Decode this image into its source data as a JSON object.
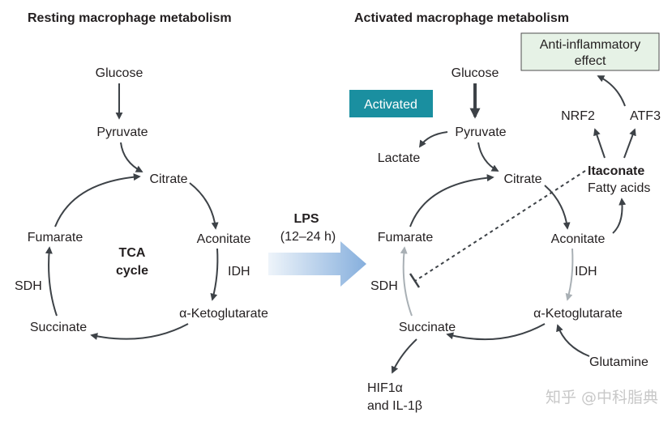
{
  "left_panel": {
    "title": "Resting macrophage metabolism",
    "glucose": "Glucose",
    "pyruvate": "Pyruvate",
    "citrate": "Citrate",
    "aconitate": "Aconitate",
    "idh": "IDH",
    "akg": "α-Ketoglutarate",
    "succinate": "Succinate",
    "sdh": "SDH",
    "fumarate": "Fumarate",
    "tca_line1": "TCA",
    "tca_line2": "cycle"
  },
  "transition": {
    "stimulus": "LPS",
    "duration": "(12–24 h)"
  },
  "right_panel": {
    "title": "Activated macrophage metabolism",
    "activated_badge": "Activated",
    "anti_inflammatory_line1": "Anti-inflammatory",
    "anti_inflammatory_line2": "effect",
    "glucose": "Glucose",
    "pyruvate": "Pyruvate",
    "lactate": "Lactate",
    "citrate": "Citrate",
    "aconitate": "Aconitate",
    "idh": "IDH",
    "akg": "α-Ketoglutarate",
    "glutamine": "Glutamine",
    "succinate": "Succinate",
    "sdh": "SDH",
    "fumarate": "Fumarate",
    "itaconate": "Itaconate",
    "fatty_acids": "Fatty acids",
    "nrf2": "NRF2",
    "atf3": "ATF3",
    "hif_line1": "HIF1α",
    "hif_line2": "and IL-1β"
  },
  "watermark": "知乎 @中科脂典",
  "colors": {
    "arrow": "#3d4247",
    "faded_arrow": "#a9b0b5",
    "badge_bg": "#1a8fa0",
    "badge_text": "#ffffff",
    "anti_box_bg": "#e6f2e6",
    "anti_box_border": "#4d4d4d",
    "lps_arrow_start": "#e8f1f9",
    "lps_arrow_end": "#8fb6e0"
  }
}
